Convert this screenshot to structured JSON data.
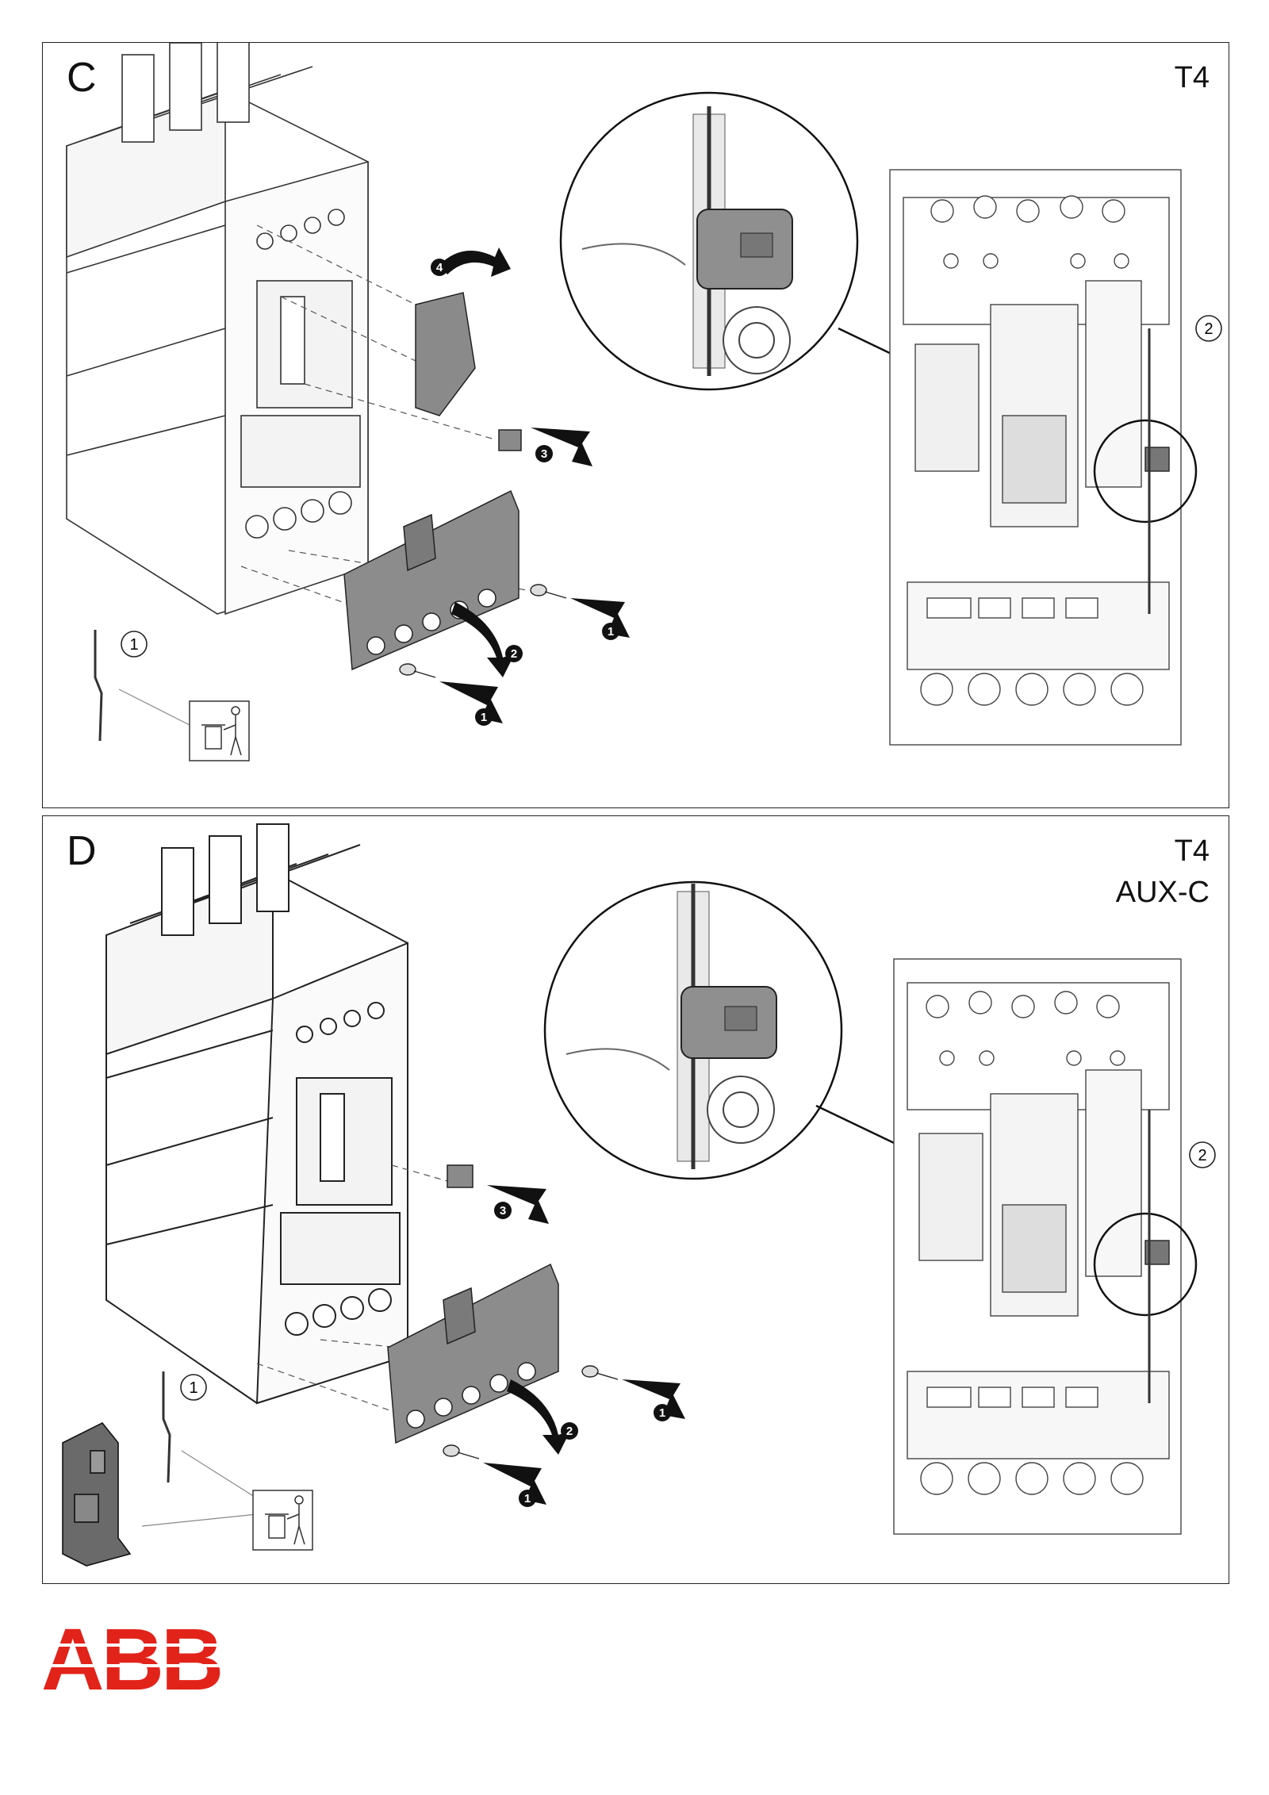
{
  "panel_c": {
    "letter": "C",
    "model_tag": "T4",
    "callouts": [
      "1",
      "2"
    ],
    "step_markers": [
      "1",
      "1",
      "2",
      "3",
      "4"
    ]
  },
  "panel_d": {
    "letter": "D",
    "model_tag": "T4",
    "accessory_tag": "AUX-C",
    "callouts": [
      "1",
      "2"
    ],
    "step_markers": [
      "1",
      "1",
      "2",
      "3"
    ]
  },
  "logo": {
    "text": "ABB",
    "color": "#e2231a"
  },
  "icons": [
    "trash-bin-icon",
    "circuit-breaker-illustration",
    "magnifier-detail"
  ]
}
